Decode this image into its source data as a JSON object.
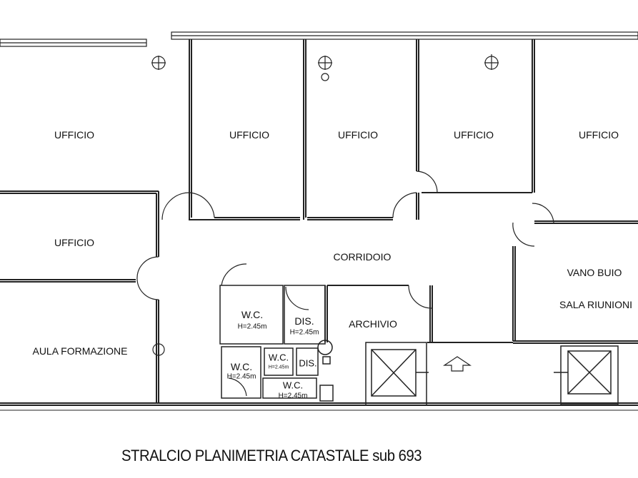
{
  "rooms": {
    "ufficio_1": "UFFICIO",
    "ufficio_2": "UFFICIO",
    "ufficio_3": "UFFICIO",
    "ufficio_4": "UFFICIO",
    "ufficio_5": "UFFICIO",
    "ufficio_6": "UFFICIO",
    "corridoio": "CORRIDOIO",
    "aula": "AULA FORMAZIONE",
    "archivio": "ARCHIVIO",
    "vano_buio": "VANO BUIO",
    "sala_riunioni": "SALA RIUNIONI",
    "wc_1": "W.C.",
    "wc_1_h": "H=2.45m",
    "dis_1": "DIS.",
    "dis_1_h": "H=2.45m",
    "wc_2": "W.C.",
    "wc_2_h": "H=2.45m",
    "wc_3": "W.C.",
    "wc_3_h": "H=2.45m",
    "dis_2": "DIS.",
    "wc_4": "W.C.",
    "wc_4_h": "H=2.45m"
  },
  "caption": "STRALCIO PLANIMETRIA CATASTALE sub 693"
}
